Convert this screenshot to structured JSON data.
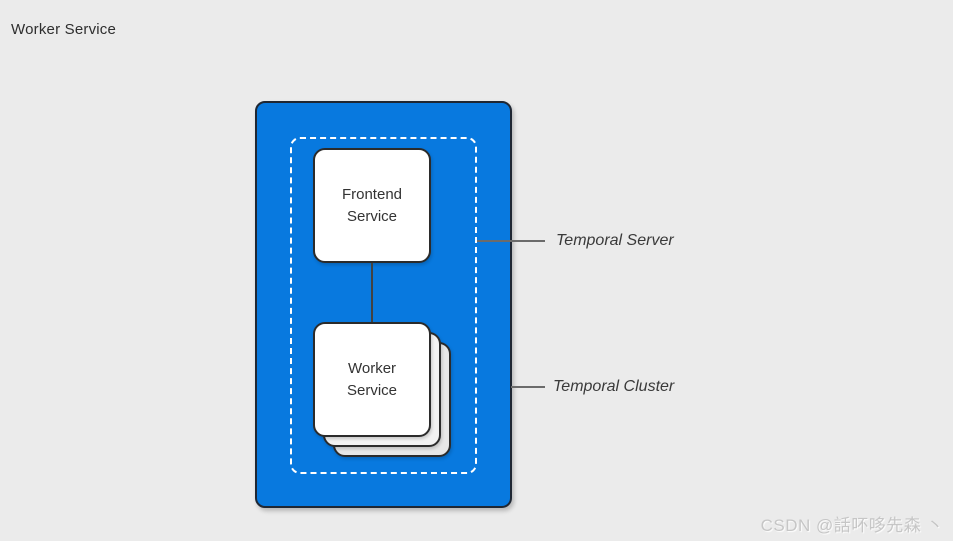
{
  "header": {
    "title": "Worker Service"
  },
  "diagram": {
    "frontend_node": {
      "label": "Frontend Service"
    },
    "worker_node": {
      "label": "Worker Service"
    },
    "annotations": {
      "server": {
        "label": "Temporal Server"
      },
      "cluster": {
        "label": "Temporal Cluster"
      }
    },
    "colors": {
      "cluster_fill": "#0879df",
      "cluster_stroke": "#1f2733",
      "boundary_dash": "#ffffff",
      "node_fill": "#ffffff",
      "node_stroke": "#2b2b2b",
      "stack_fill_mid": "#f2f2f2",
      "stack_fill_back": "#e7e7e7",
      "pointer_line": "#6b6b6b",
      "text": "#333333",
      "canvas_bg": "#ebebeb"
    }
  },
  "watermark": {
    "text": "CSDN @話吥哆先森 丶"
  }
}
